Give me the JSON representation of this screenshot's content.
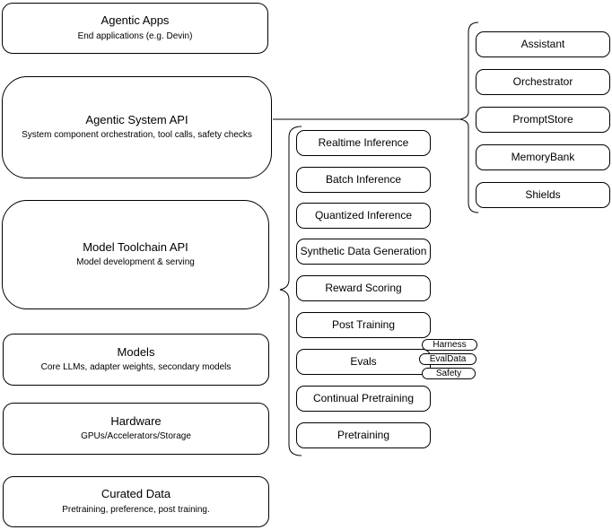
{
  "colors": {
    "stroke": "#000000",
    "background": "#ffffff"
  },
  "stack_boxes": [
    {
      "title": "Agentic Apps",
      "subtitle": "End applications (e.g. Devin)"
    },
    {
      "title": "Agentic System API",
      "subtitle": "System component orchestration, tool calls, safety checks"
    },
    {
      "title": "Model Toolchain API",
      "subtitle": "Model development & serving"
    },
    {
      "title": "Models",
      "subtitle": "Core LLMs, adapter weights, secondary models"
    },
    {
      "title": "Hardware",
      "subtitle": "GPUs/Accelerators/Storage"
    },
    {
      "title": "Curated Data",
      "subtitle": "Pretraining, preference, post training."
    }
  ],
  "toolchain_items": [
    {
      "label": "Realtime Inference"
    },
    {
      "label": "Batch Inference"
    },
    {
      "label": "Quantized Inference"
    },
    {
      "label": "Synthetic Data Generation"
    },
    {
      "label": "Reward Scoring"
    },
    {
      "label": "Post Training"
    },
    {
      "label": "Evals"
    },
    {
      "label": "Continual Pretraining"
    },
    {
      "label": "Pretraining"
    }
  ],
  "eval_badges": [
    {
      "label": "Harness"
    },
    {
      "label": "EvalData"
    },
    {
      "label": "Safety"
    }
  ],
  "system_components": [
    {
      "label": "Assistant"
    },
    {
      "label": "Orchestrator"
    },
    {
      "label": "PromptStore"
    },
    {
      "label": "MemoryBank"
    },
    {
      "label": "Shields"
    }
  ]
}
